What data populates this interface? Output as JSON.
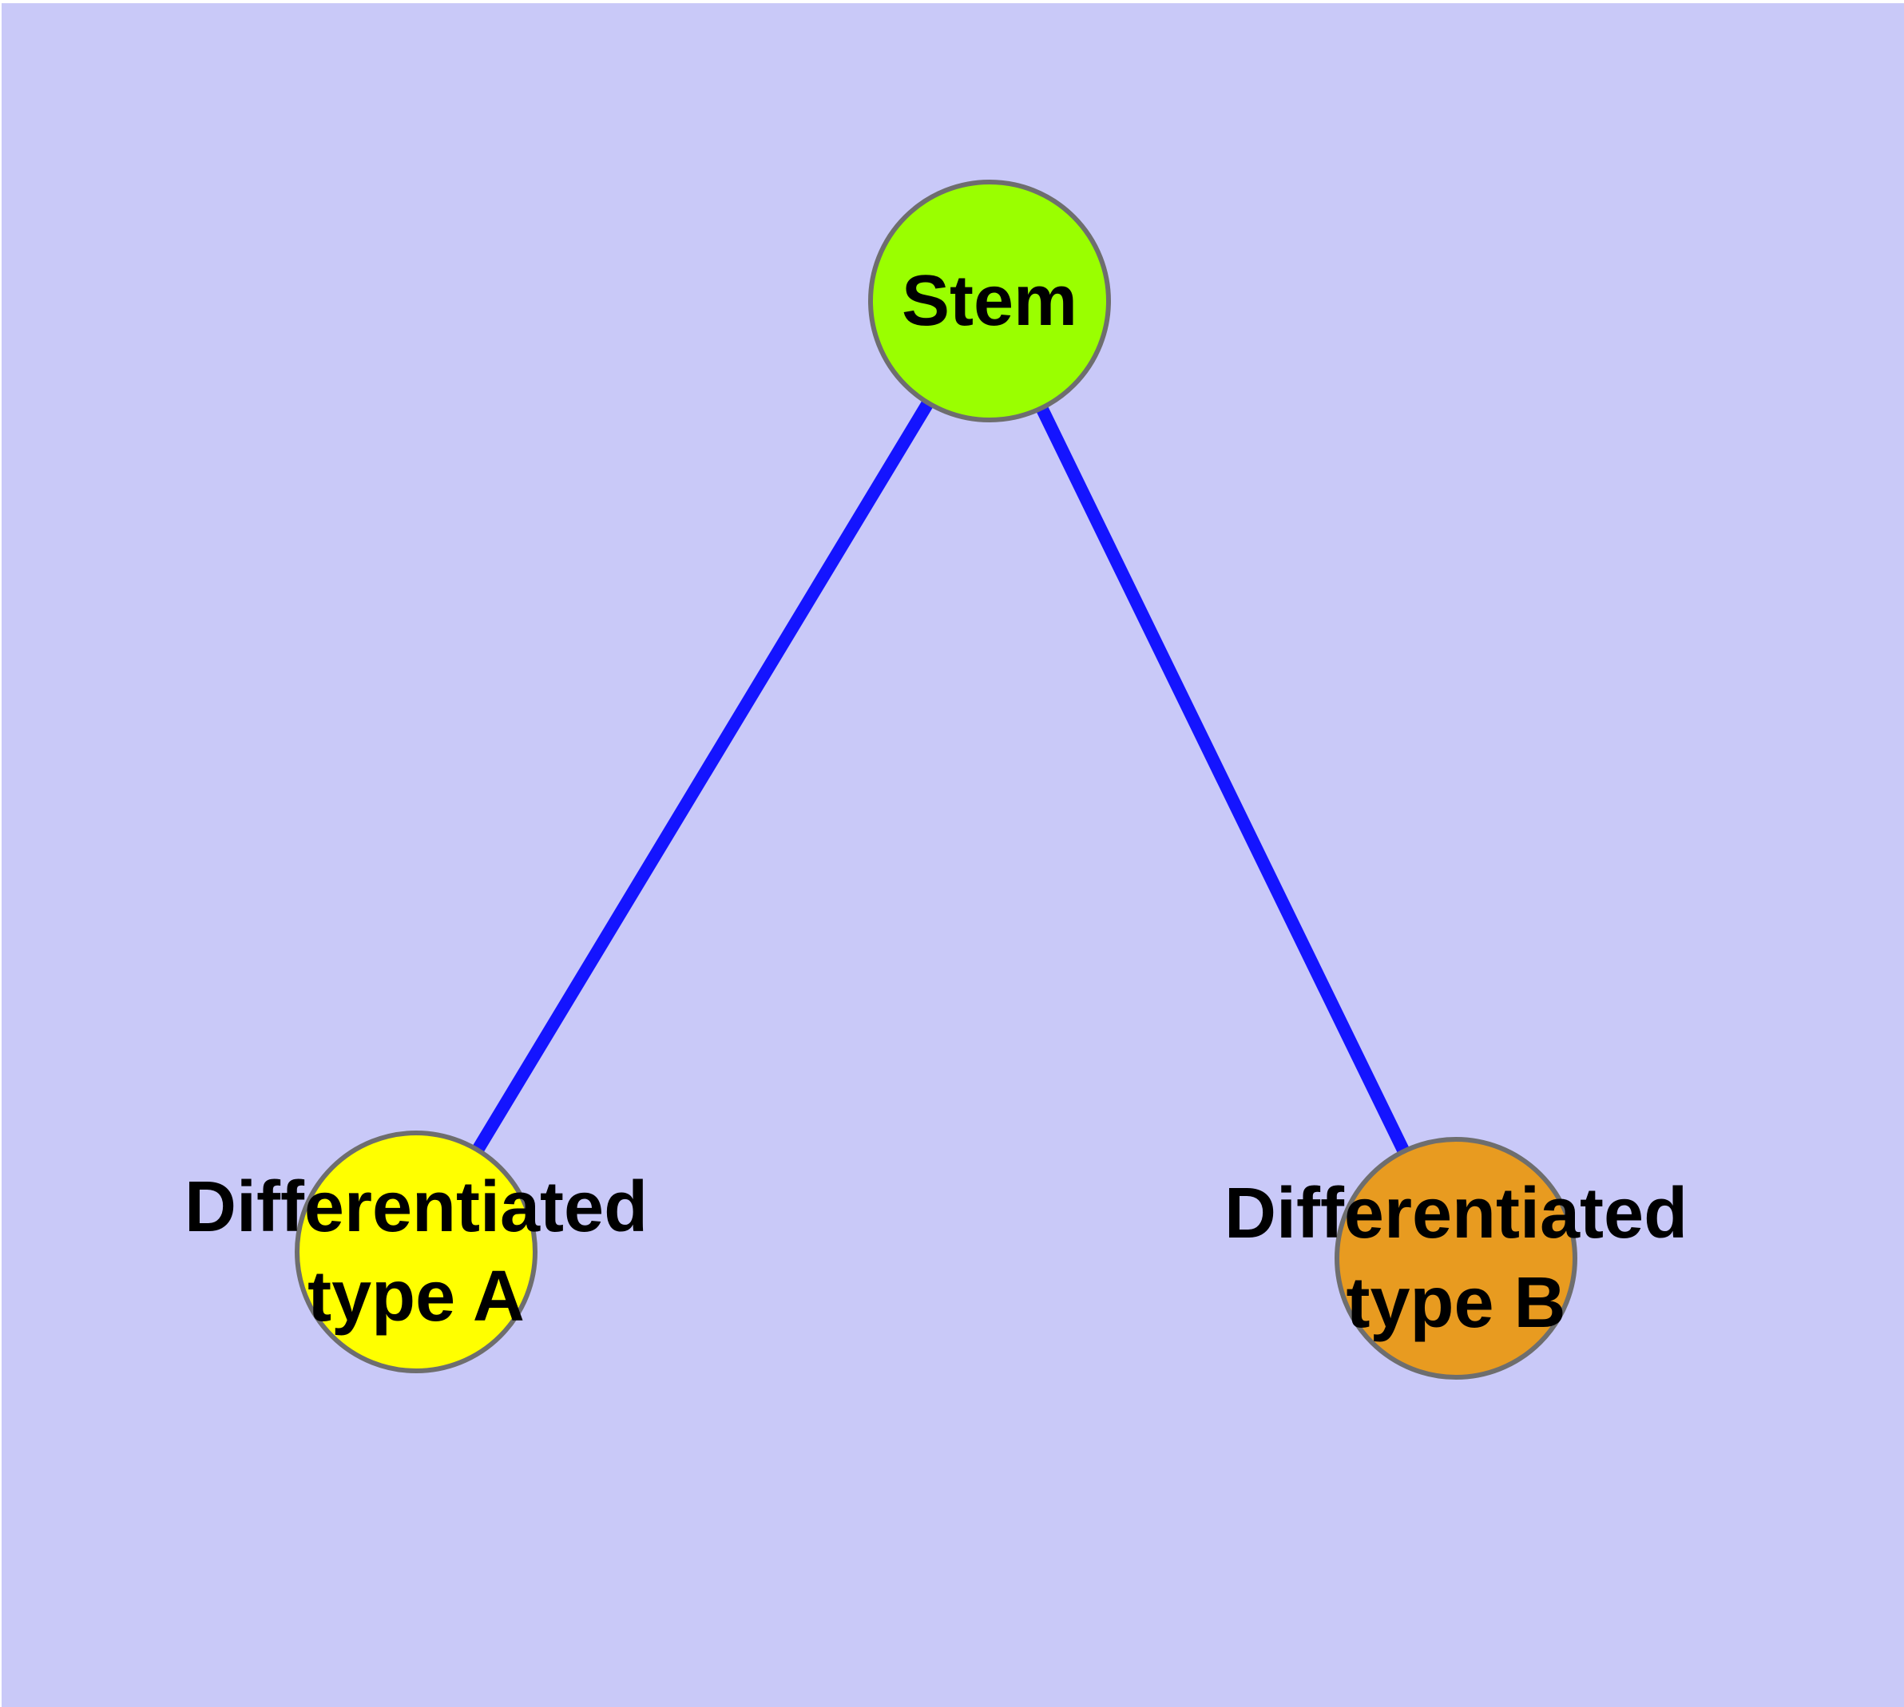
{
  "diagram": {
    "background_color": "#c9c9f8",
    "edge_color": "#1414ff",
    "node_border_color": "#6e6e6e",
    "text_color": "#000000",
    "nodes": [
      {
        "id": "stem",
        "label": "Stem",
        "fill_color": "#9aff00"
      },
      {
        "id": "differentiated-type-a",
        "lines": [
          "Differentiated",
          "type A"
        ],
        "fill_color": "#ffff00"
      },
      {
        "id": "differentiated-type-b",
        "lines": [
          "Differentiated",
          "type B"
        ],
        "fill_color": "#e89b20"
      }
    ],
    "edges": [
      {
        "from": "stem",
        "to": "differentiated-type-a"
      },
      {
        "from": "stem",
        "to": "differentiated-type-b"
      }
    ]
  }
}
